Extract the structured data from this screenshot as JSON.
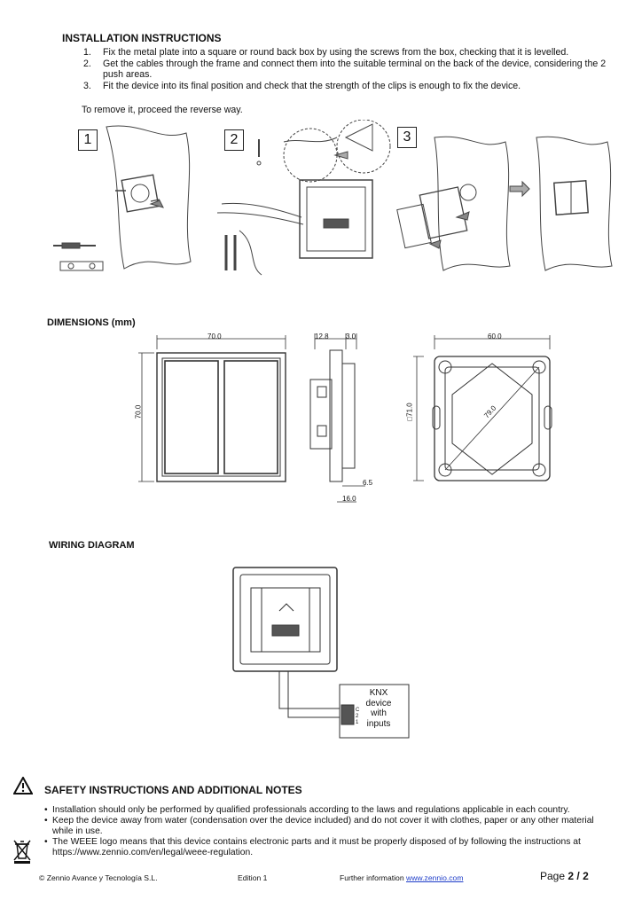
{
  "installation": {
    "title": "INSTALLATION INSTRUCTIONS",
    "steps": [
      "Fix the metal plate into a square or round back box by using the screws from the box, checking that it is levelled.",
      "Get the cables through the frame and connect them into the suitable terminal on the back of the device, considering the 2 push areas.",
      "Fit the device into its final position and check that the strength of the clips is enough to fix the device."
    ],
    "remove_note": "To remove it, proceed the reverse way.",
    "figure_labels": [
      "1",
      "2",
      "3"
    ]
  },
  "dimensions": {
    "title": "DIMENSIONS (mm)",
    "front_width": "70.0",
    "front_height": "70.0",
    "side_a": "12.8",
    "side_b": "3.0",
    "side_c": "6.5",
    "side_d": "16.0",
    "plate_width": "60.0",
    "plate_height": "□71.0",
    "plate_diag": "79.0"
  },
  "wiring": {
    "title": "WIRING DIAGRAM",
    "box_lines": [
      "KNX",
      "device",
      "with",
      "inputs"
    ],
    "terminal_labels": [
      "C",
      "2",
      "1"
    ]
  },
  "safety": {
    "title": "SAFETY INSTRUCTIONS AND ADDITIONAL NOTES",
    "bullets": [
      "Installation should only be performed by qualified professionals according to the laws and regulations applicable in each country.",
      "Keep the device away from water (condensation over the device included) and do not cover it with clothes, paper or any other material while in use.",
      "The WEEE logo means that this device contains electronic parts and it must be properly disposed of by following the instructions at https://www.zennio.com/en/legal/weee-regulation."
    ]
  },
  "footer": {
    "company": "© Zennio Avance y Tecnología S.L.",
    "edition": "Edition 1",
    "info_label": "Further information",
    "info_link": "www.zennio.com",
    "page_label": "Page",
    "page_current": "2",
    "page_sep": "/",
    "page_total": "2"
  }
}
